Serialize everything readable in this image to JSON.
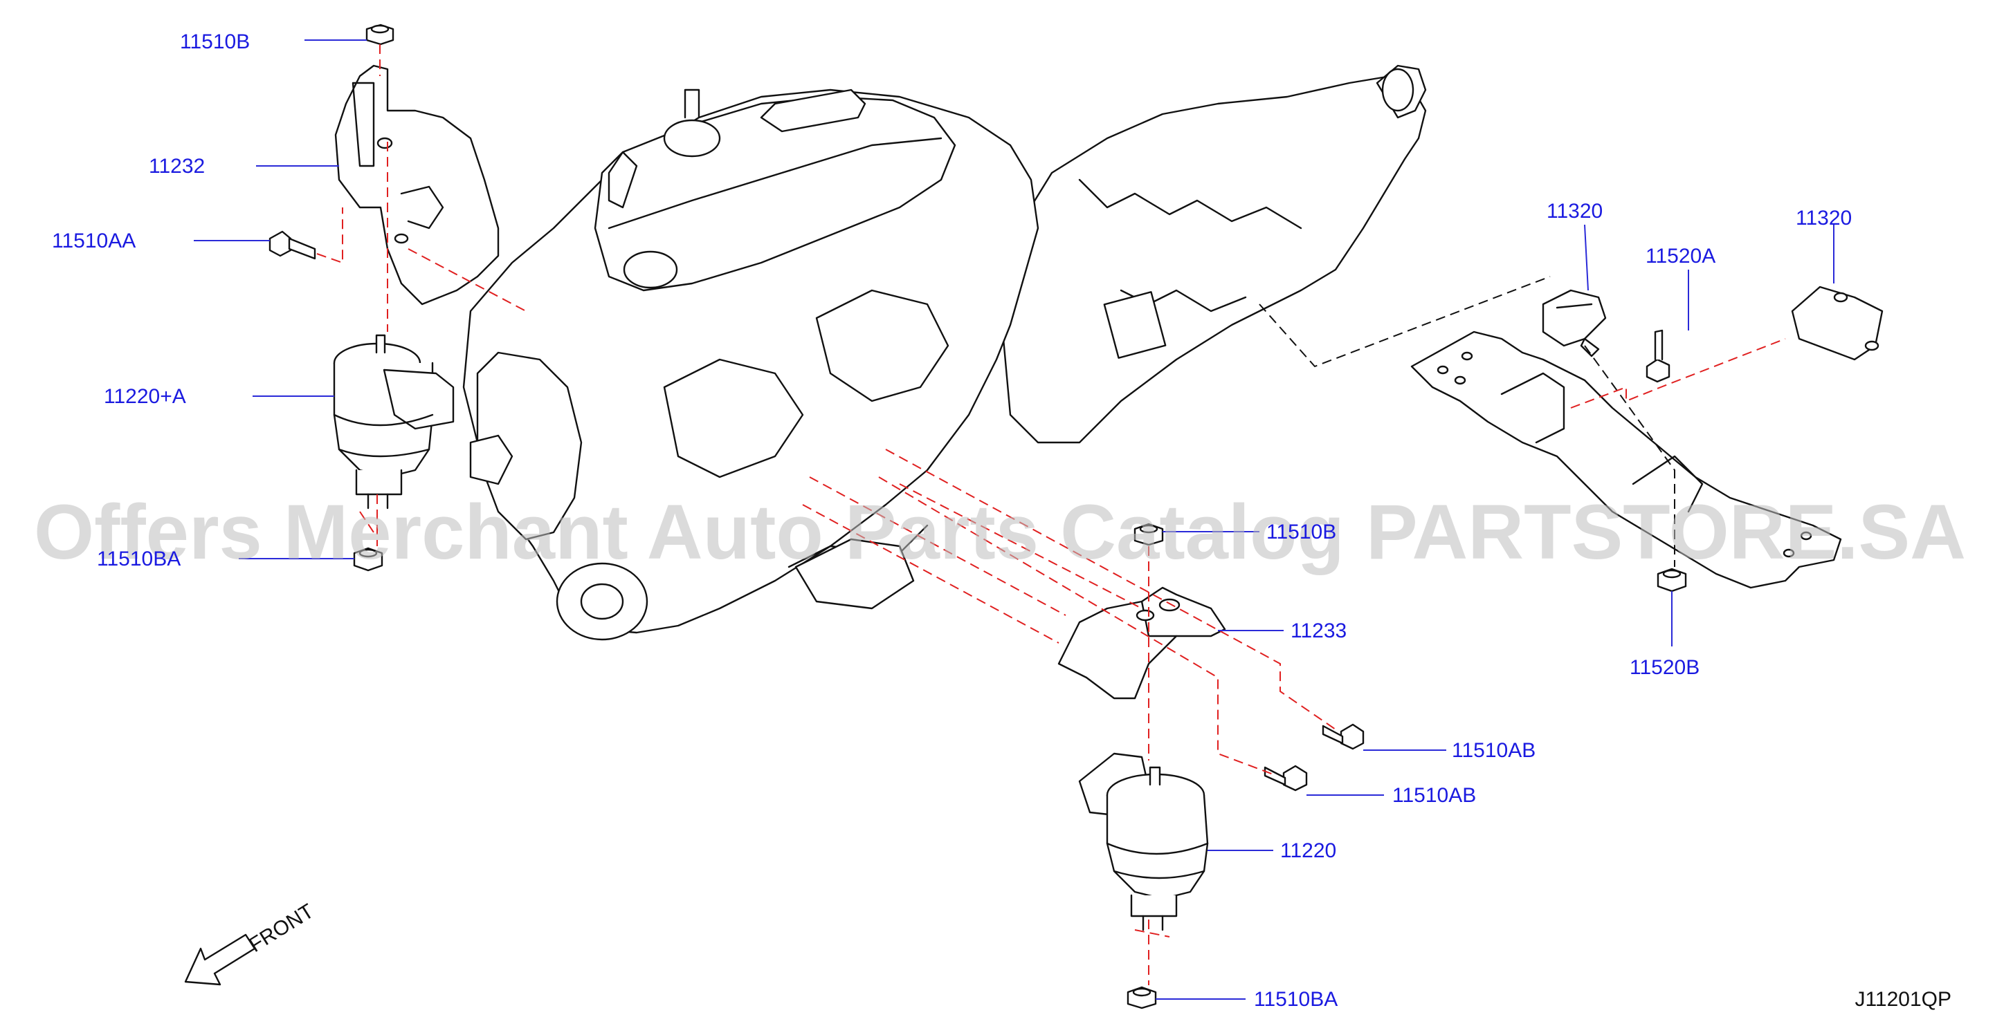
{
  "diagram": {
    "code": "J11201QP",
    "front_label": "FRONT",
    "watermark": "Offers Merchant Auto Parts Catalog PARTSTORE.SA",
    "colors": {
      "label": "#1a1ae0",
      "leader": "#2a2ad8",
      "outline": "#111111",
      "dashed_red": "#e02020",
      "watermark": "#bdbdbd"
    }
  },
  "labels": {
    "l_11510b_top": "11510B",
    "l_11232": "11232",
    "l_11510aa": "11510AA",
    "l_11220a": "11220+A",
    "l_11510ba_left": "11510BA",
    "l_11510b_mid": "11510B",
    "l_11233": "11233",
    "l_11510ab_1": "11510AB",
    "l_11510ab_2": "11510AB",
    "l_11220": "11220",
    "l_11510ba_bottom": "11510BA",
    "l_11320_left": "11320",
    "l_11520a": "11520A",
    "l_11320_right": "11320",
    "l_11520b": "11520B"
  }
}
